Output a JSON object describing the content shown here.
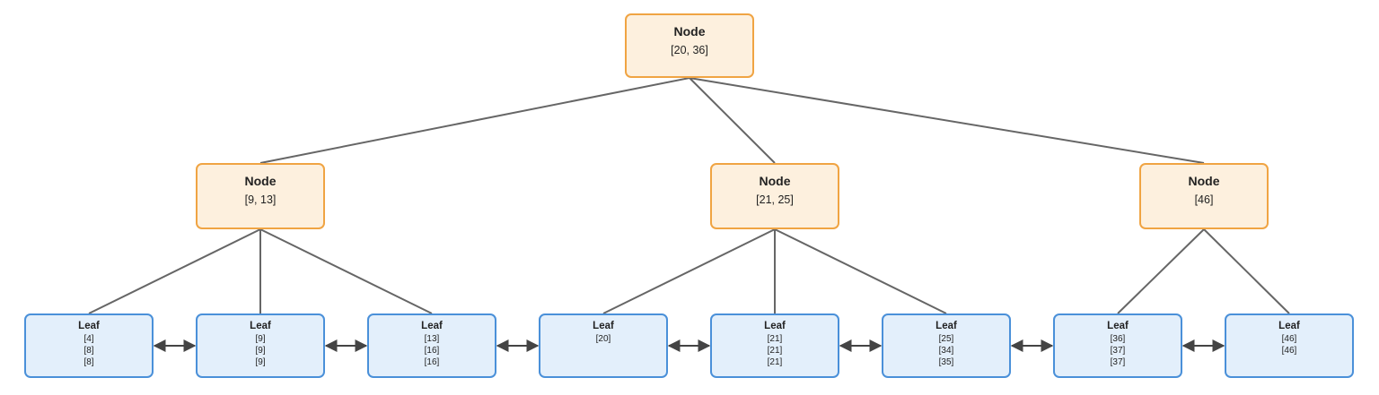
{
  "colors": {
    "inner_border": "#f0a443",
    "inner_fill": "#fdf0de",
    "leaf_border": "#4a90d9",
    "leaf_fill": "#e3effb",
    "edge": "#666666"
  },
  "tree": {
    "root": {
      "title": "Node",
      "keys": "[20, 36]"
    },
    "inner_nodes": [
      {
        "title": "Node",
        "keys": "[9, 13]"
      },
      {
        "title": "Node",
        "keys": "[21, 25]"
      },
      {
        "title": "Node",
        "keys": "[46]"
      }
    ],
    "leaves": [
      {
        "title": "Leaf",
        "lines": [
          "[4]",
          "[8]",
          "[8]"
        ]
      },
      {
        "title": "Leaf",
        "lines": [
          "[9]",
          "[9]",
          "[9]"
        ]
      },
      {
        "title": "Leaf",
        "lines": [
          "[13]",
          "[16]",
          "[16]"
        ]
      },
      {
        "title": "Leaf",
        "lines": [
          "[20]"
        ]
      },
      {
        "title": "Leaf",
        "lines": [
          "[21]",
          "[21]",
          "[21]"
        ]
      },
      {
        "title": "Leaf",
        "lines": [
          "[25]",
          "[34]",
          "[35]"
        ]
      },
      {
        "title": "Leaf",
        "lines": [
          "[36]",
          "[37]",
          "[37]"
        ]
      },
      {
        "title": "Leaf",
        "lines": [
          "[46]",
          "[46]"
        ]
      }
    ],
    "leaf_parent": [
      0,
      0,
      0,
      1,
      1,
      1,
      2,
      2
    ]
  }
}
